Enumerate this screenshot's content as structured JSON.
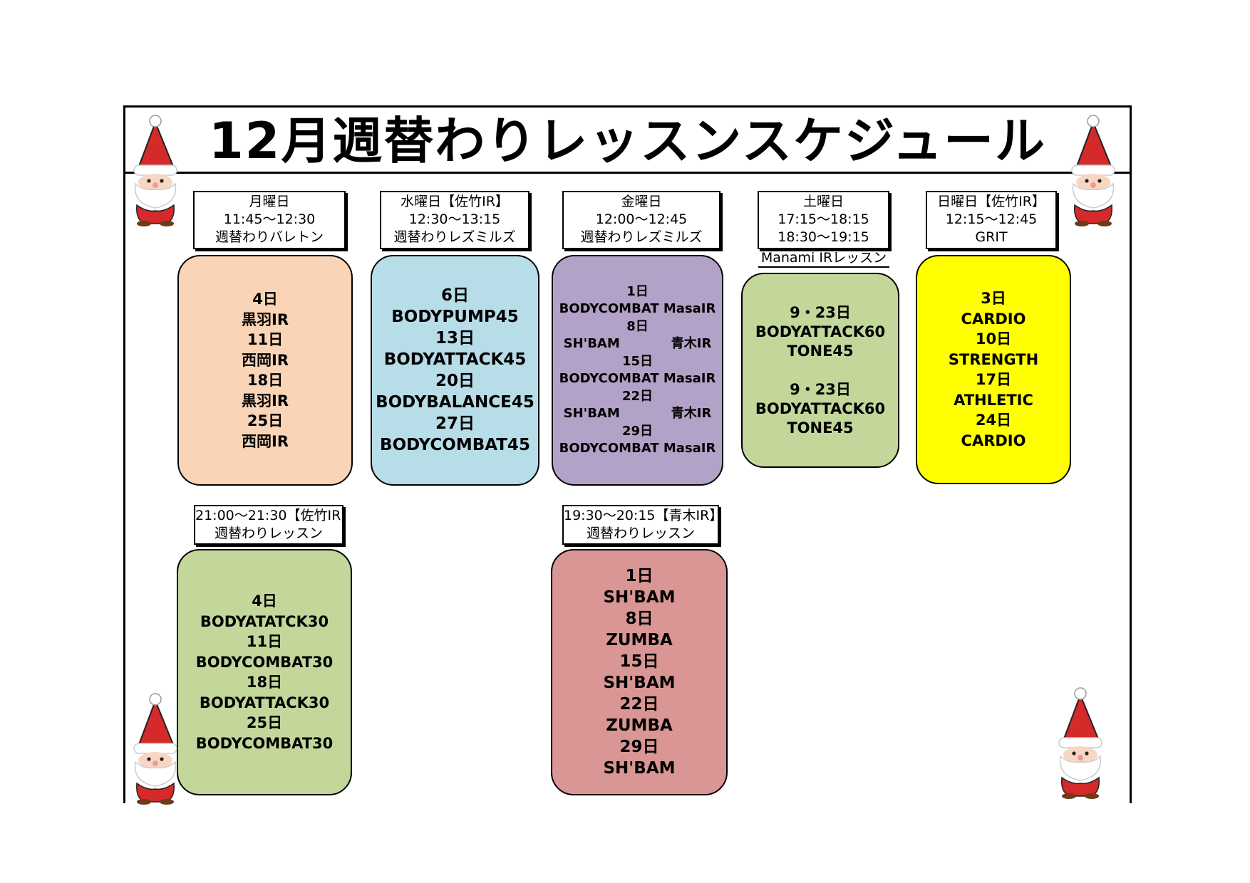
{
  "title": "12月週替わりレッスンスケジュール",
  "colors": {
    "monday": "#f9d4b6",
    "wednesday": "#b7dde8",
    "friday": "#b2a2c7",
    "saturday": "#c4d79b",
    "sunday": "#ffff00",
    "night_monday": "#c4d79b",
    "night_friday": "#da9694"
  },
  "schedules": [
    {
      "header": [
        "月曜日",
        "11:45～12:30",
        "週替わりバレトン"
      ],
      "items": [
        "4日",
        "黒羽IR",
        "11日",
        "西岡IR",
        "18日",
        "黒羽IR",
        "25日",
        "西岡IR"
      ]
    },
    {
      "header": [
        "水曜日【佐竹IR】",
        "12:30～13:15",
        "週替わりレズミルズ"
      ],
      "items": [
        "6日",
        "BODYPUMP45",
        "13日",
        "BODYATTACK45",
        "20日",
        "BODYBALANCE45",
        "27日",
        "BODYCOMBAT45"
      ]
    },
    {
      "header": [
        "金曜日",
        "12:00～12:45",
        "週替わりレズミルズ"
      ],
      "items": [
        "1日",
        "BODYCOMBAT MasaIR",
        "8日",
        "SH'BAM　　　　青木IR",
        "15日",
        "BODYCOMBAT MasaIR",
        "22日",
        "SH'BAM　　　　青木IR",
        "29日",
        "BODYCOMBAT MasaIR"
      ]
    },
    {
      "header": [
        "土曜日",
        "17:15～18:15",
        "18:30～19:15"
      ],
      "note": "Manami IRレッスン",
      "items": [
        "9・23日",
        "BODYATTACK60",
        "TONE45",
        "",
        "9・23日",
        "BODYATTACK60",
        "TONE45"
      ]
    },
    {
      "header": [
        "日曜日【佐竹IR】",
        "12:15～12:45",
        "GRIT"
      ],
      "items": [
        "3日",
        "CARDIO",
        "10日",
        "STRENGTH",
        "17日",
        "ATHLETIC",
        "24日",
        "CARDIO"
      ]
    },
    {
      "header": [
        "21:00～21:30【佐竹IR】",
        "週替わりレッスン"
      ],
      "items": [
        "4日",
        "BODYATATCK30",
        "11日",
        "BODYCOMBAT30",
        "18日",
        "BODYATTACK30",
        "25日",
        "BODYCOMBAT30"
      ]
    },
    {
      "header": [
        "19:30～20:15【青木IR】",
        "週替わりレッスン"
      ],
      "items": [
        "1日",
        "SH'BAM",
        "8日",
        "ZUMBA",
        "15日",
        "SH'BAM",
        "22日",
        "ZUMBA",
        "29日",
        "SH'BAM"
      ]
    }
  ],
  "decorations": [
    "santa-icon",
    "santa-icon",
    "santa-icon",
    "santa-icon"
  ]
}
